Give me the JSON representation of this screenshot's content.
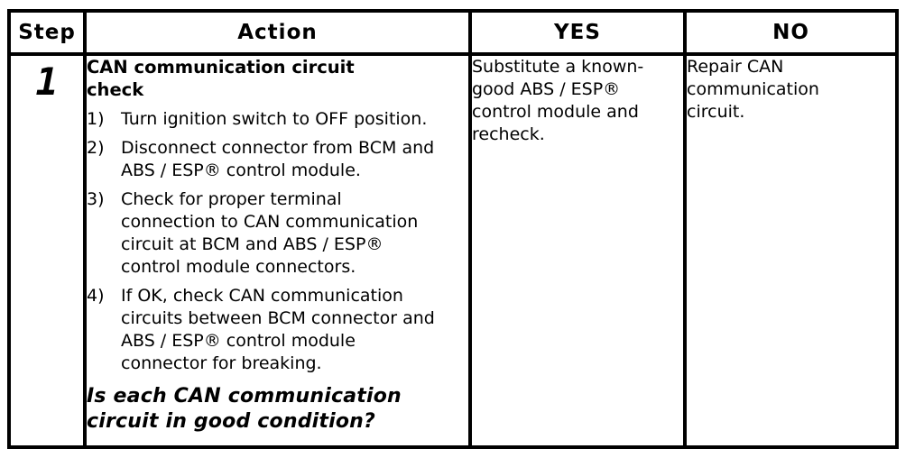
{
  "table": {
    "headers": {
      "step": "Step",
      "action": "Action",
      "yes": "YES",
      "no": "NO"
    },
    "rows": [
      {
        "step": "1",
        "action_title": "CAN communication circuit\ncheck",
        "action_items": [
          {
            "marker": "1)",
            "text": "Turn ignition switch to OFF position."
          },
          {
            "marker": "2)",
            "text": "Disconnect connector from BCM and\nABS / ESP® control module."
          },
          {
            "marker": "3)",
            "text": "Check for proper terminal\nconnection to CAN communication\ncircuit at BCM and ABS / ESP®\ncontrol module connectors."
          },
          {
            "marker": "4)",
            "text": "If OK, check CAN communication\ncircuits between BCM connector and\nABS / ESP® control module\nconnector for breaking."
          }
        ],
        "action_question": "Is each CAN communication\ncircuit in good condition?",
        "yes": "Substitute a known-\ngood ABS / ESP®\ncontrol module and\nrecheck.",
        "no": "Repair CAN\ncommunication\ncircuit."
      }
    ]
  },
  "colors": {
    "border": "#000000",
    "text": "#000000",
    "background": "#ffffff"
  }
}
